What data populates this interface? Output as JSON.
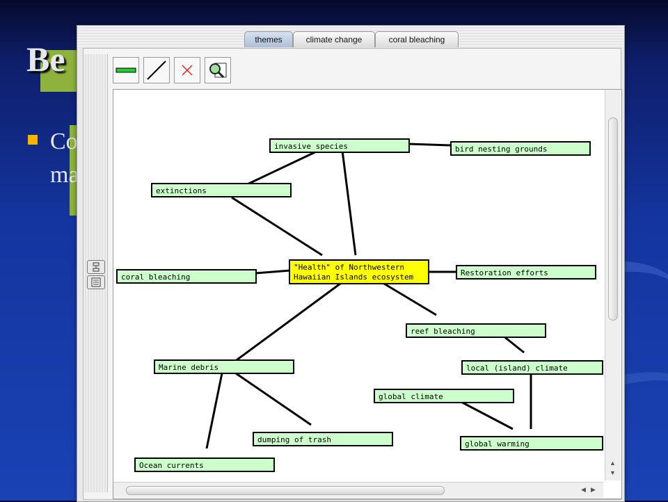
{
  "slide": {
    "title": "Be",
    "bullet": "Co ma"
  },
  "tabs": [
    {
      "label": "themes",
      "active": true
    },
    {
      "label": "climate change",
      "active": false
    },
    {
      "label": "coral bleaching",
      "active": false
    }
  ],
  "toolbar": {
    "tools": [
      "node-tool-icon",
      "link-tool-icon",
      "delete-icon",
      "search-zoom-icon"
    ]
  },
  "concept_map": {
    "center": "\"Health\" of Northwestern Hawaiian Islands ecosystem",
    "nodes": {
      "invasive": "invasive species",
      "bird": "bird nesting grounds",
      "extinctions": "extinctions",
      "coral": "coral bleaching",
      "restoration": "Restoration efforts",
      "reef": "reef bleaching",
      "local": "local (island) climate",
      "global_climate": "global climate",
      "marine": "Marine debris",
      "dumping": "dumping of trash",
      "ocean": "Ocean currents",
      "warming": "global warming"
    }
  },
  "colors": {
    "node_fill": "#ccffcc",
    "center_fill": "#ffff00",
    "slide_accent": "#8db33c",
    "bullet": "#f6b400"
  }
}
